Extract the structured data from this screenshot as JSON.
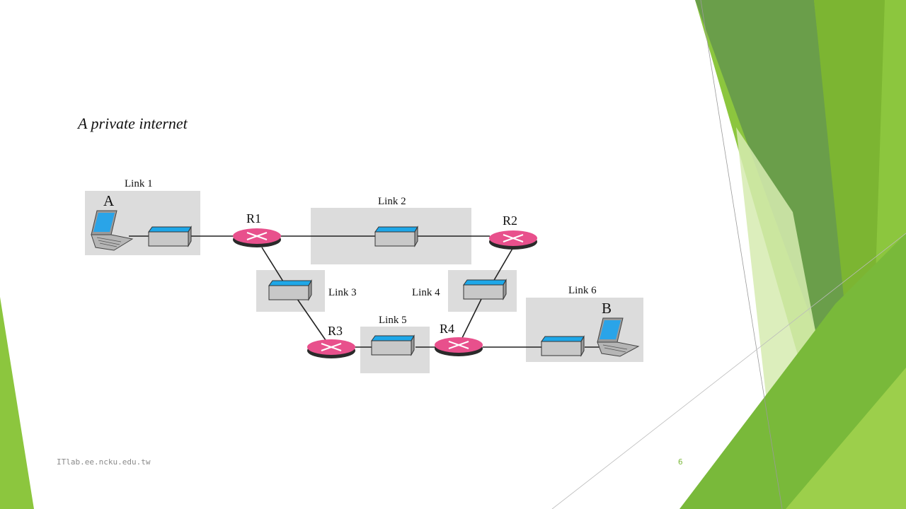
{
  "slide": {
    "title": "A private internet",
    "footer_url": "ITlab.ee.ncku.edu.tw",
    "page_number": "6"
  },
  "diagram": {
    "links": [
      {
        "id": "link1",
        "label": "Link 1"
      },
      {
        "id": "link2",
        "label": "Link 2"
      },
      {
        "id": "link3",
        "label": "Link 3"
      },
      {
        "id": "link4",
        "label": "Link 4"
      },
      {
        "id": "link5",
        "label": "Link 5"
      },
      {
        "id": "link6",
        "label": "Link 6"
      }
    ],
    "routers": [
      {
        "id": "r1",
        "label": "R1"
      },
      {
        "id": "r2",
        "label": "R2"
      },
      {
        "id": "r3",
        "label": "R3"
      },
      {
        "id": "r4",
        "label": "R4"
      }
    ],
    "hosts": [
      {
        "id": "a",
        "label": "A"
      },
      {
        "id": "b",
        "label": "B"
      }
    ]
  },
  "colors": {
    "router": "#e8508c",
    "switch_top": "#1ea7e8",
    "switch_side": "#c8c8c8",
    "link_box": "#dcdcdc",
    "accent_green": "#8cc63e",
    "dark_green": "#5a8f2e"
  }
}
